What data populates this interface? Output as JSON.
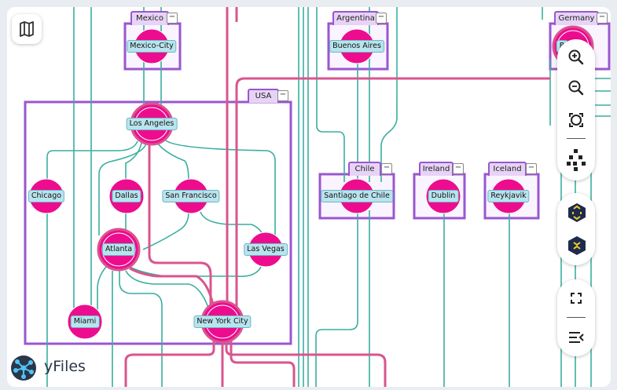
{
  "brand": {
    "logo_text": "yFiles"
  },
  "toolbar": {
    "zoom_in": "zoom-in",
    "zoom_out": "zoom-out",
    "fit": "fit-content",
    "layout": "layout",
    "expand": "expand-groups",
    "collapse": "collapse-groups",
    "fullscreen": "fullscreen",
    "sidebar": "toggle-sidebar"
  },
  "groups": [
    {
      "id": "mexico",
      "label": "Mexico"
    },
    {
      "id": "argentina",
      "label": "Argentina"
    },
    {
      "id": "germany",
      "label": "Germany"
    },
    {
      "id": "usa",
      "label": "USA"
    },
    {
      "id": "chile",
      "label": "Chile"
    },
    {
      "id": "ireland",
      "label": "Ireland"
    },
    {
      "id": "iceland",
      "label": "Iceland"
    }
  ],
  "group_button_glyph": "−",
  "nodes": [
    {
      "id": "mexico-city",
      "label": "Mexico-City"
    },
    {
      "id": "buenos-aires",
      "label": "Buenos Aires"
    },
    {
      "id": "berlin",
      "label": "B"
    },
    {
      "id": "los-angeles",
      "label": "Los Angeles"
    },
    {
      "id": "chicago",
      "label": "Chicago"
    },
    {
      "id": "dallas",
      "label": "Dallas"
    },
    {
      "id": "san-francisco",
      "label": "San Francisco"
    },
    {
      "id": "las-vegas",
      "label": "Las Vegas"
    },
    {
      "id": "atlanta",
      "label": "Atlanta"
    },
    {
      "id": "miami",
      "label": "Miami"
    },
    {
      "id": "new-york-city",
      "label": "New York City"
    },
    {
      "id": "santiago",
      "label": "Santiago de Chile"
    },
    {
      "id": "dublin",
      "label": "Dublin"
    },
    {
      "id": "reykjavik",
      "label": "Reykjavik"
    }
  ],
  "colors": {
    "node_fill": "#ee0c8e",
    "group_border": "#9a56cf",
    "edge_teal": "#3aaea0",
    "edge_pink": "#d9558e",
    "label_bg": "#b9e4ee"
  }
}
